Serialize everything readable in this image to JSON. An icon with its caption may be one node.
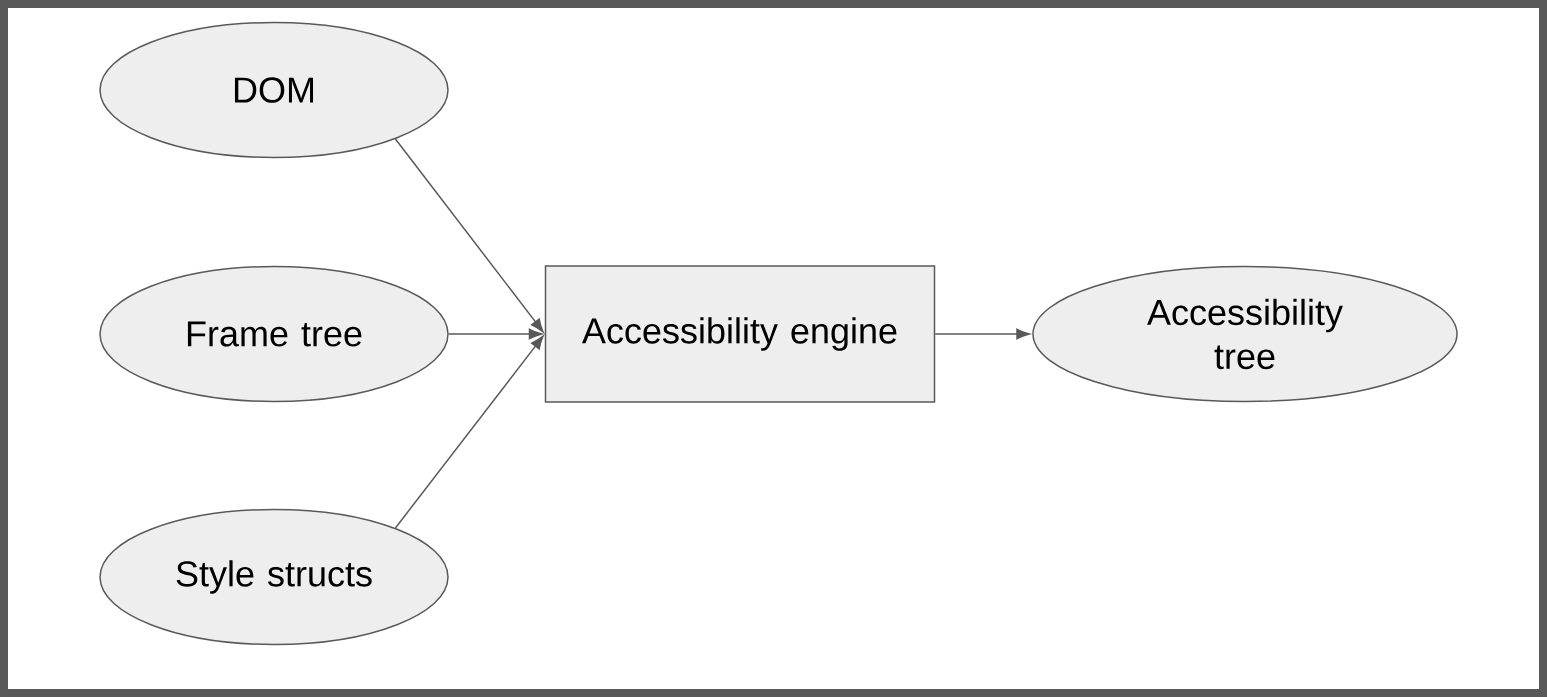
{
  "diagram": {
    "nodes": [
      {
        "text": [
          "DOM"
        ]
      },
      {
        "text": [
          "Frame tree"
        ]
      },
      {
        "text": [
          "Style structs"
        ]
      },
      {
        "text": [
          "Accessibility engine"
        ]
      },
      {
        "text": [
          "Accessibility tree"
        ]
      }
    ],
    "edges": [
      {
        "from": 0,
        "to": 3,
        "arrow": "to"
      },
      {
        "from": 1,
        "to": 3,
        "arrow": "to"
      },
      {
        "from": 2,
        "to": 3,
        "arrow": "to"
      },
      {
        "from": 3,
        "to": 4,
        "arrow": "to"
      }
    ]
  }
}
